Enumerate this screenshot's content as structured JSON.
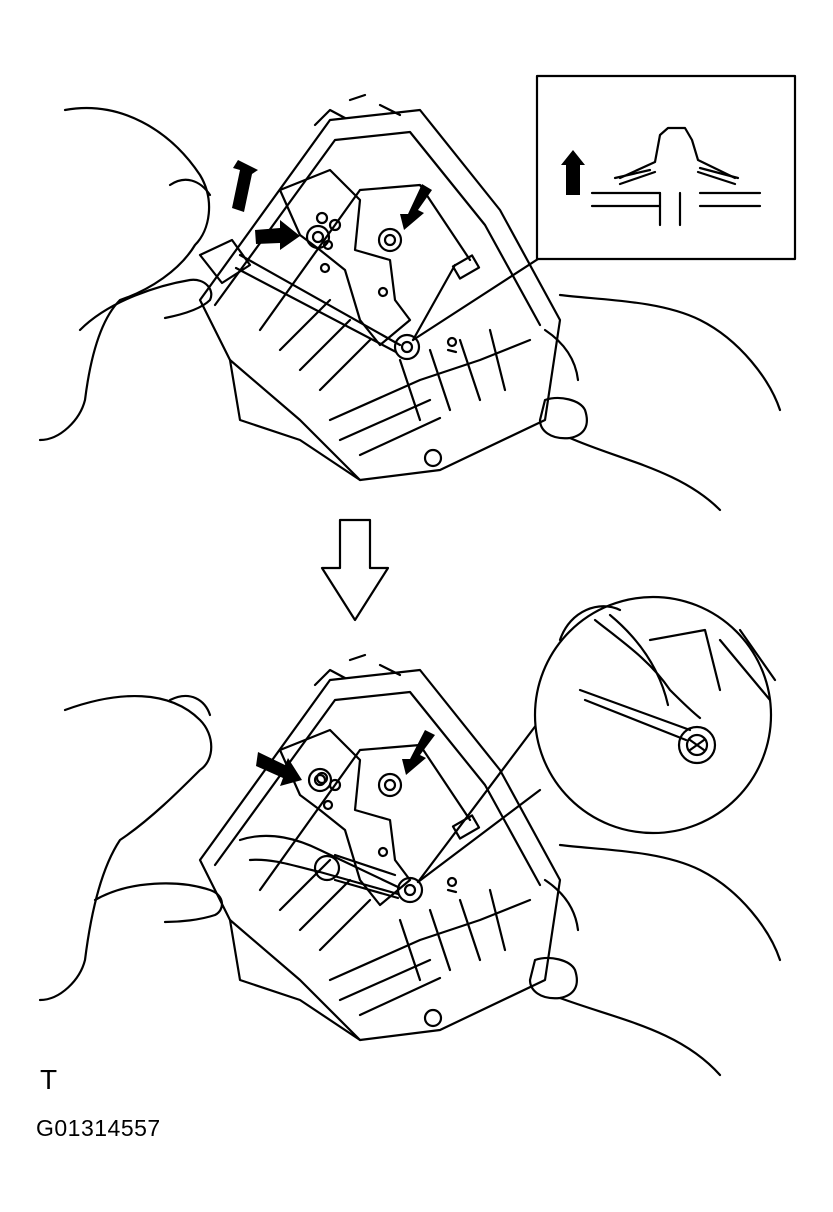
{
  "figure": {
    "side_letter": "T",
    "figure_code": "G01314557"
  },
  "colors": {
    "line": "#000000",
    "background": "#ffffff"
  },
  "panels": [
    {
      "name": "top-panel",
      "step": "pry-up-clip-with-screwdriver"
    },
    {
      "name": "bottom-panel",
      "step": "cut-clip-with-nippers"
    }
  ],
  "icons": [
    "up-arrow-icon",
    "push-arrow-icon",
    "down-outline-arrow-icon"
  ]
}
